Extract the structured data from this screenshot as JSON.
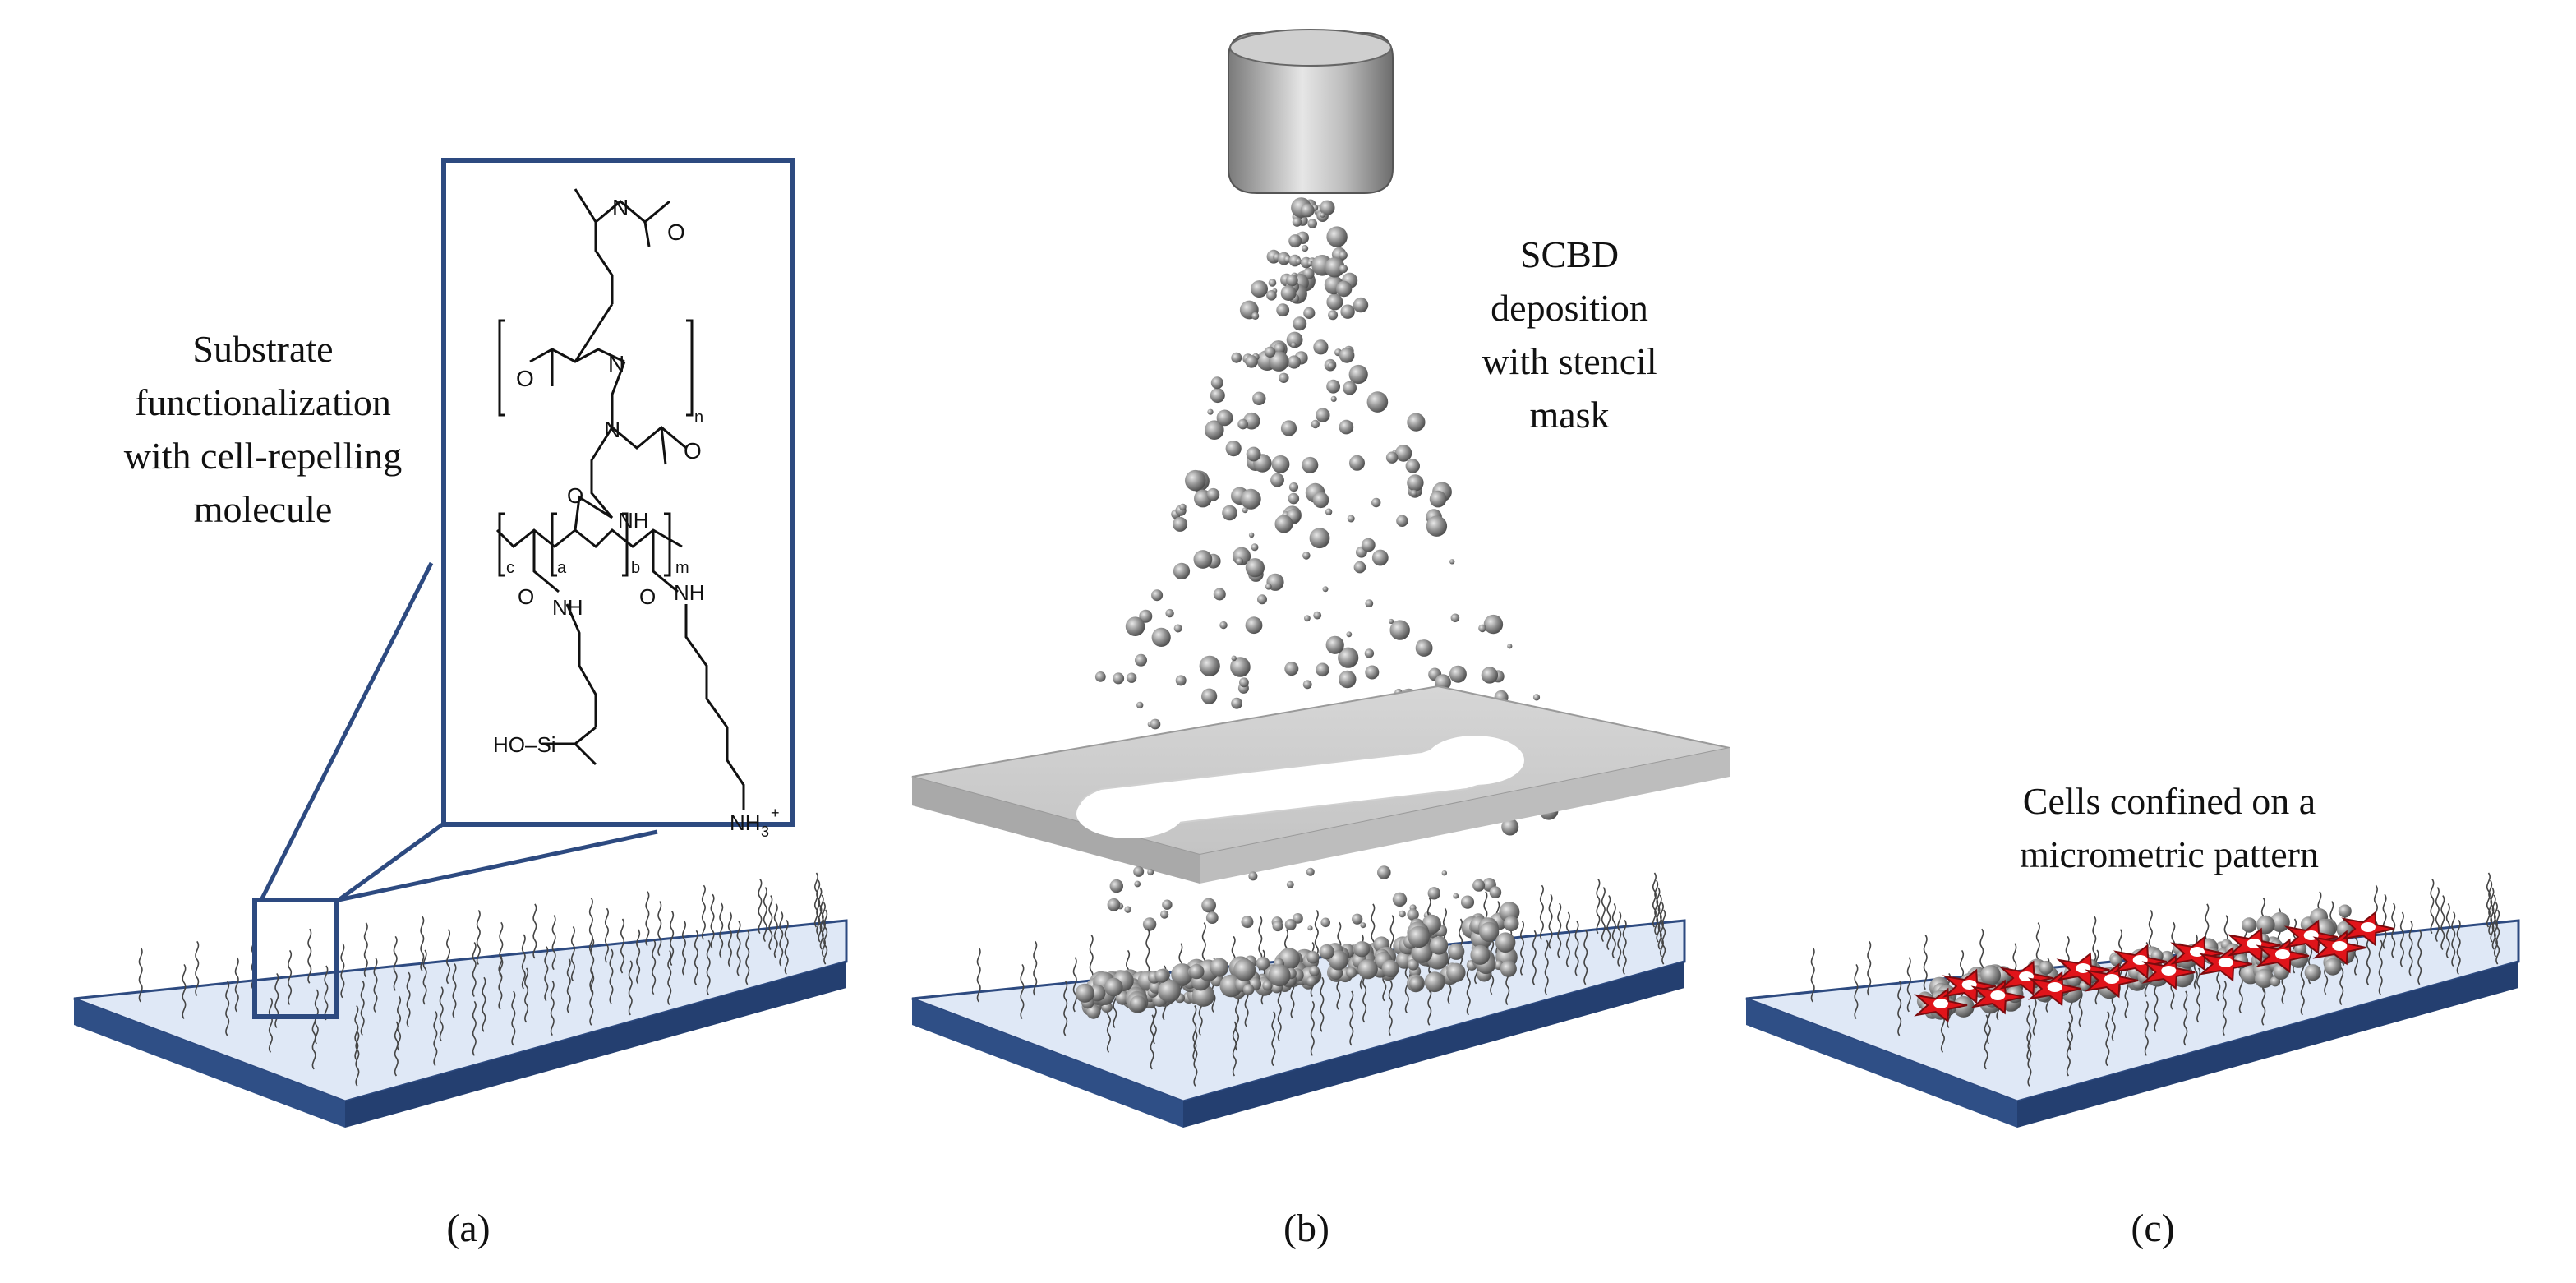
{
  "panels": {
    "a": {
      "label": "(a)",
      "caption": [
        "Substrate",
        "functionalization",
        "with  cell-repelling",
        "molecule"
      ]
    },
    "b": {
      "label": "(b)",
      "caption": [
        "SCBD",
        "deposition",
        "with stencil",
        "mask"
      ]
    },
    "c": {
      "label": "(c)",
      "caption": [
        "Cells confined on a",
        "micrometric pattern"
      ]
    }
  },
  "molecule": {
    "atoms": {
      "n_top": "N",
      "o_top": "O",
      "o_left": "O",
      "n_mid": "N",
      "sub_n": "n",
      "n_low": "N",
      "o_low": "O",
      "nh_top": "NH",
      "o_chain": "O",
      "sub_c": "c",
      "sub_a": "a",
      "sub_b": "b",
      "sub_m": "m",
      "o_left2": "O",
      "nh_left": "NH",
      "o_right2": "O",
      "nh_right": "NH",
      "silanol": "HO–Si",
      "amine": "NH",
      "amine_sub": "3",
      "amine_sup": "+"
    }
  },
  "colors": {
    "substrate_top": "#dfe8f6",
    "substrate_edge": "#2f4f86",
    "outline": "#2d4a80",
    "particle": "#8a8a8a",
    "cell": "#e0141a",
    "mask": "#cfcfcf"
  }
}
